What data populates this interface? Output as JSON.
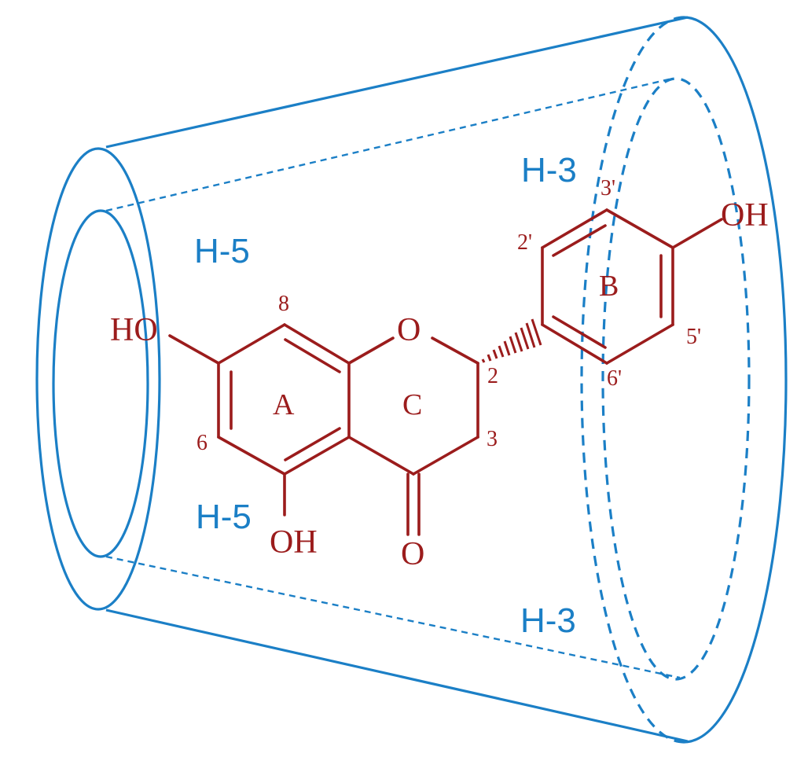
{
  "labels": {
    "h5_top": "H-5",
    "h5_bottom": "H-5",
    "h3_top": "H-3",
    "h3_bottom": "H-3"
  },
  "molecule": {
    "atoms": {
      "ho_left": "HO",
      "oh_bottom": "OH",
      "oh_right": "OH",
      "ring_o": "O",
      "carbonyl_o": "O"
    },
    "rings": {
      "a": "A",
      "b": "B",
      "c": "C"
    },
    "positions": {
      "p8": "8",
      "p6": "6",
      "p2": "2",
      "p3": "3",
      "p2p": "2'",
      "p3p": "3'",
      "p5p": "5'",
      "p6p": "6'"
    }
  },
  "colors": {
    "cyclodextrin": "#1b7fc6",
    "molecule": "#9b1c1c"
  }
}
